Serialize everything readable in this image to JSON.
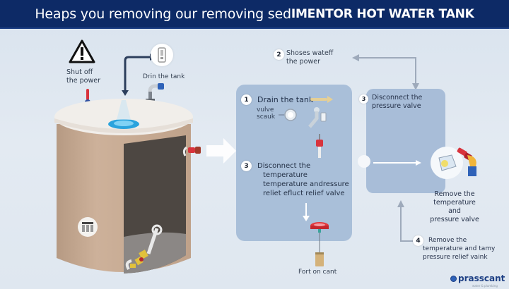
{
  "header": {
    "title_light": "Heaps you removing our removing sed",
    "title_bold": "IMENTOR HOT WATER TANK"
  },
  "colors": {
    "header_bg": "#0d2a66",
    "panel": "#a9bfd9",
    "tank_body": "#c4a68e",
    "tank_interior": "#4a4440",
    "accent_red": "#d8333c",
    "accent_blue": "#2f62b8"
  },
  "top_labels": {
    "shut_off": "Shut off\nthe power",
    "drain": "Drin the tank"
  },
  "steps": [
    {
      "number": "2",
      "text_line1": "Shoses wateff",
      "text_line2": "the power"
    },
    {
      "number": "1",
      "text_line1": "Drain the tank",
      "sub1": "vulve",
      "sub2": "scauk"
    },
    {
      "number": "3",
      "text_line1": "Disconnect the",
      "text_line2": "temperature",
      "text_line3": "temperature andressure",
      "text_line4": "reliet efluct relief valve"
    },
    {
      "number": "3",
      "text_line1": "Disconnect the",
      "text_line2": "pressure valve"
    },
    {
      "number": "4",
      "text_line1": "Remove the",
      "text_line2": "temperature and tamy",
      "text_line3": "pressure relief vaink"
    }
  ],
  "captions": {
    "remove_valve_line1": "Remove the",
    "remove_valve_line2": "temperature and",
    "remove_valve_line3": "pressure valve",
    "fort_on_cant": "Fort on cant"
  },
  "icons": [
    "warning-icon",
    "thermometer-icon",
    "faucet-icon",
    "drain-valve-icon",
    "wrench-icon",
    "gauge-icon",
    "relief-valve-icon",
    "hand-icon",
    "spray-icon",
    "arrow-right-icon"
  ],
  "brand": {
    "name": "prasscant",
    "tagline": "water & plumbing"
  }
}
